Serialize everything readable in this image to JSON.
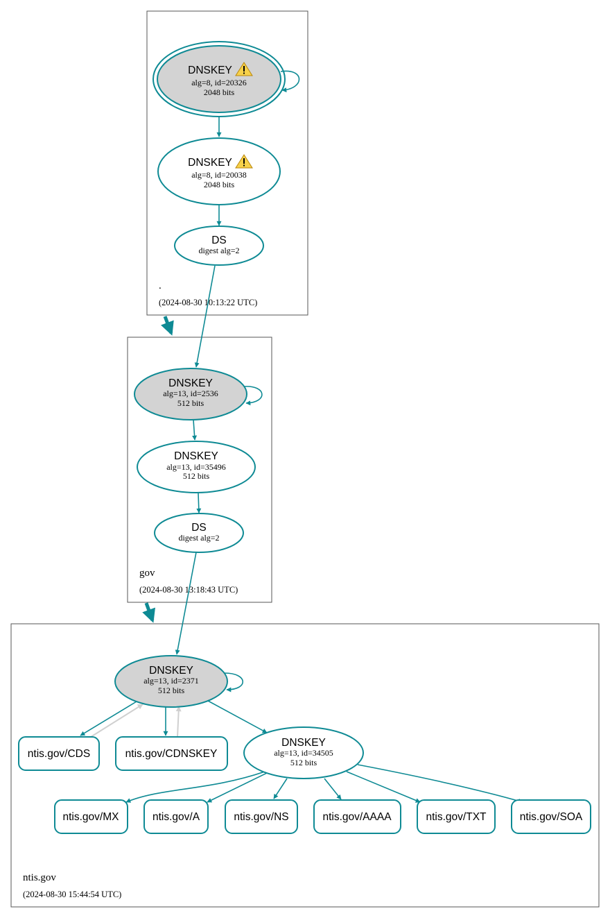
{
  "colors": {
    "edge": "#0e8a94",
    "edge_inactive": "#d0d0d0",
    "sep_fill": "#d3d3d3",
    "node_fill": "#ffffff",
    "warning_fill": "#f7d14a"
  },
  "zones": {
    "root": {
      "name": ".",
      "timestamp": "(2024-08-30 10:13:22 UTC)"
    },
    "gov": {
      "name": "gov",
      "timestamp": "(2024-08-30 13:18:43 UTC)"
    },
    "ntis": {
      "name": "ntis.gov",
      "timestamp": "(2024-08-30 15:44:54 UTC)"
    }
  },
  "nodes": {
    "root_ksk": {
      "type": "DNSKEY",
      "line1": "alg=8, id=20326",
      "line2": "2048 bits",
      "warning": "warning-icon"
    },
    "root_zsk": {
      "type": "DNSKEY",
      "line1": "alg=8, id=20038",
      "line2": "2048 bits",
      "warning": "warning-icon"
    },
    "root_ds": {
      "type": "DS",
      "line1": "digest alg=2"
    },
    "gov_ksk": {
      "type": "DNSKEY",
      "line1": "alg=13, id=2536",
      "line2": "512 bits"
    },
    "gov_zsk": {
      "type": "DNSKEY",
      "line1": "alg=13, id=35496",
      "line2": "512 bits"
    },
    "gov_ds": {
      "type": "DS",
      "line1": "digest alg=2"
    },
    "ntis_ksk": {
      "type": "DNSKEY",
      "line1": "alg=13, id=2371",
      "line2": "512 bits"
    },
    "ntis_zsk": {
      "type": "DNSKEY",
      "line1": "alg=13, id=34505",
      "line2": "512 bits"
    }
  },
  "records": {
    "cds": "ntis.gov/CDS",
    "cdnskey": "ntis.gov/CDNSKEY",
    "mx": "ntis.gov/MX",
    "a": "ntis.gov/A",
    "ns": "ntis.gov/NS",
    "aaaa": "ntis.gov/AAAA",
    "txt": "ntis.gov/TXT",
    "soa": "ntis.gov/SOA"
  }
}
